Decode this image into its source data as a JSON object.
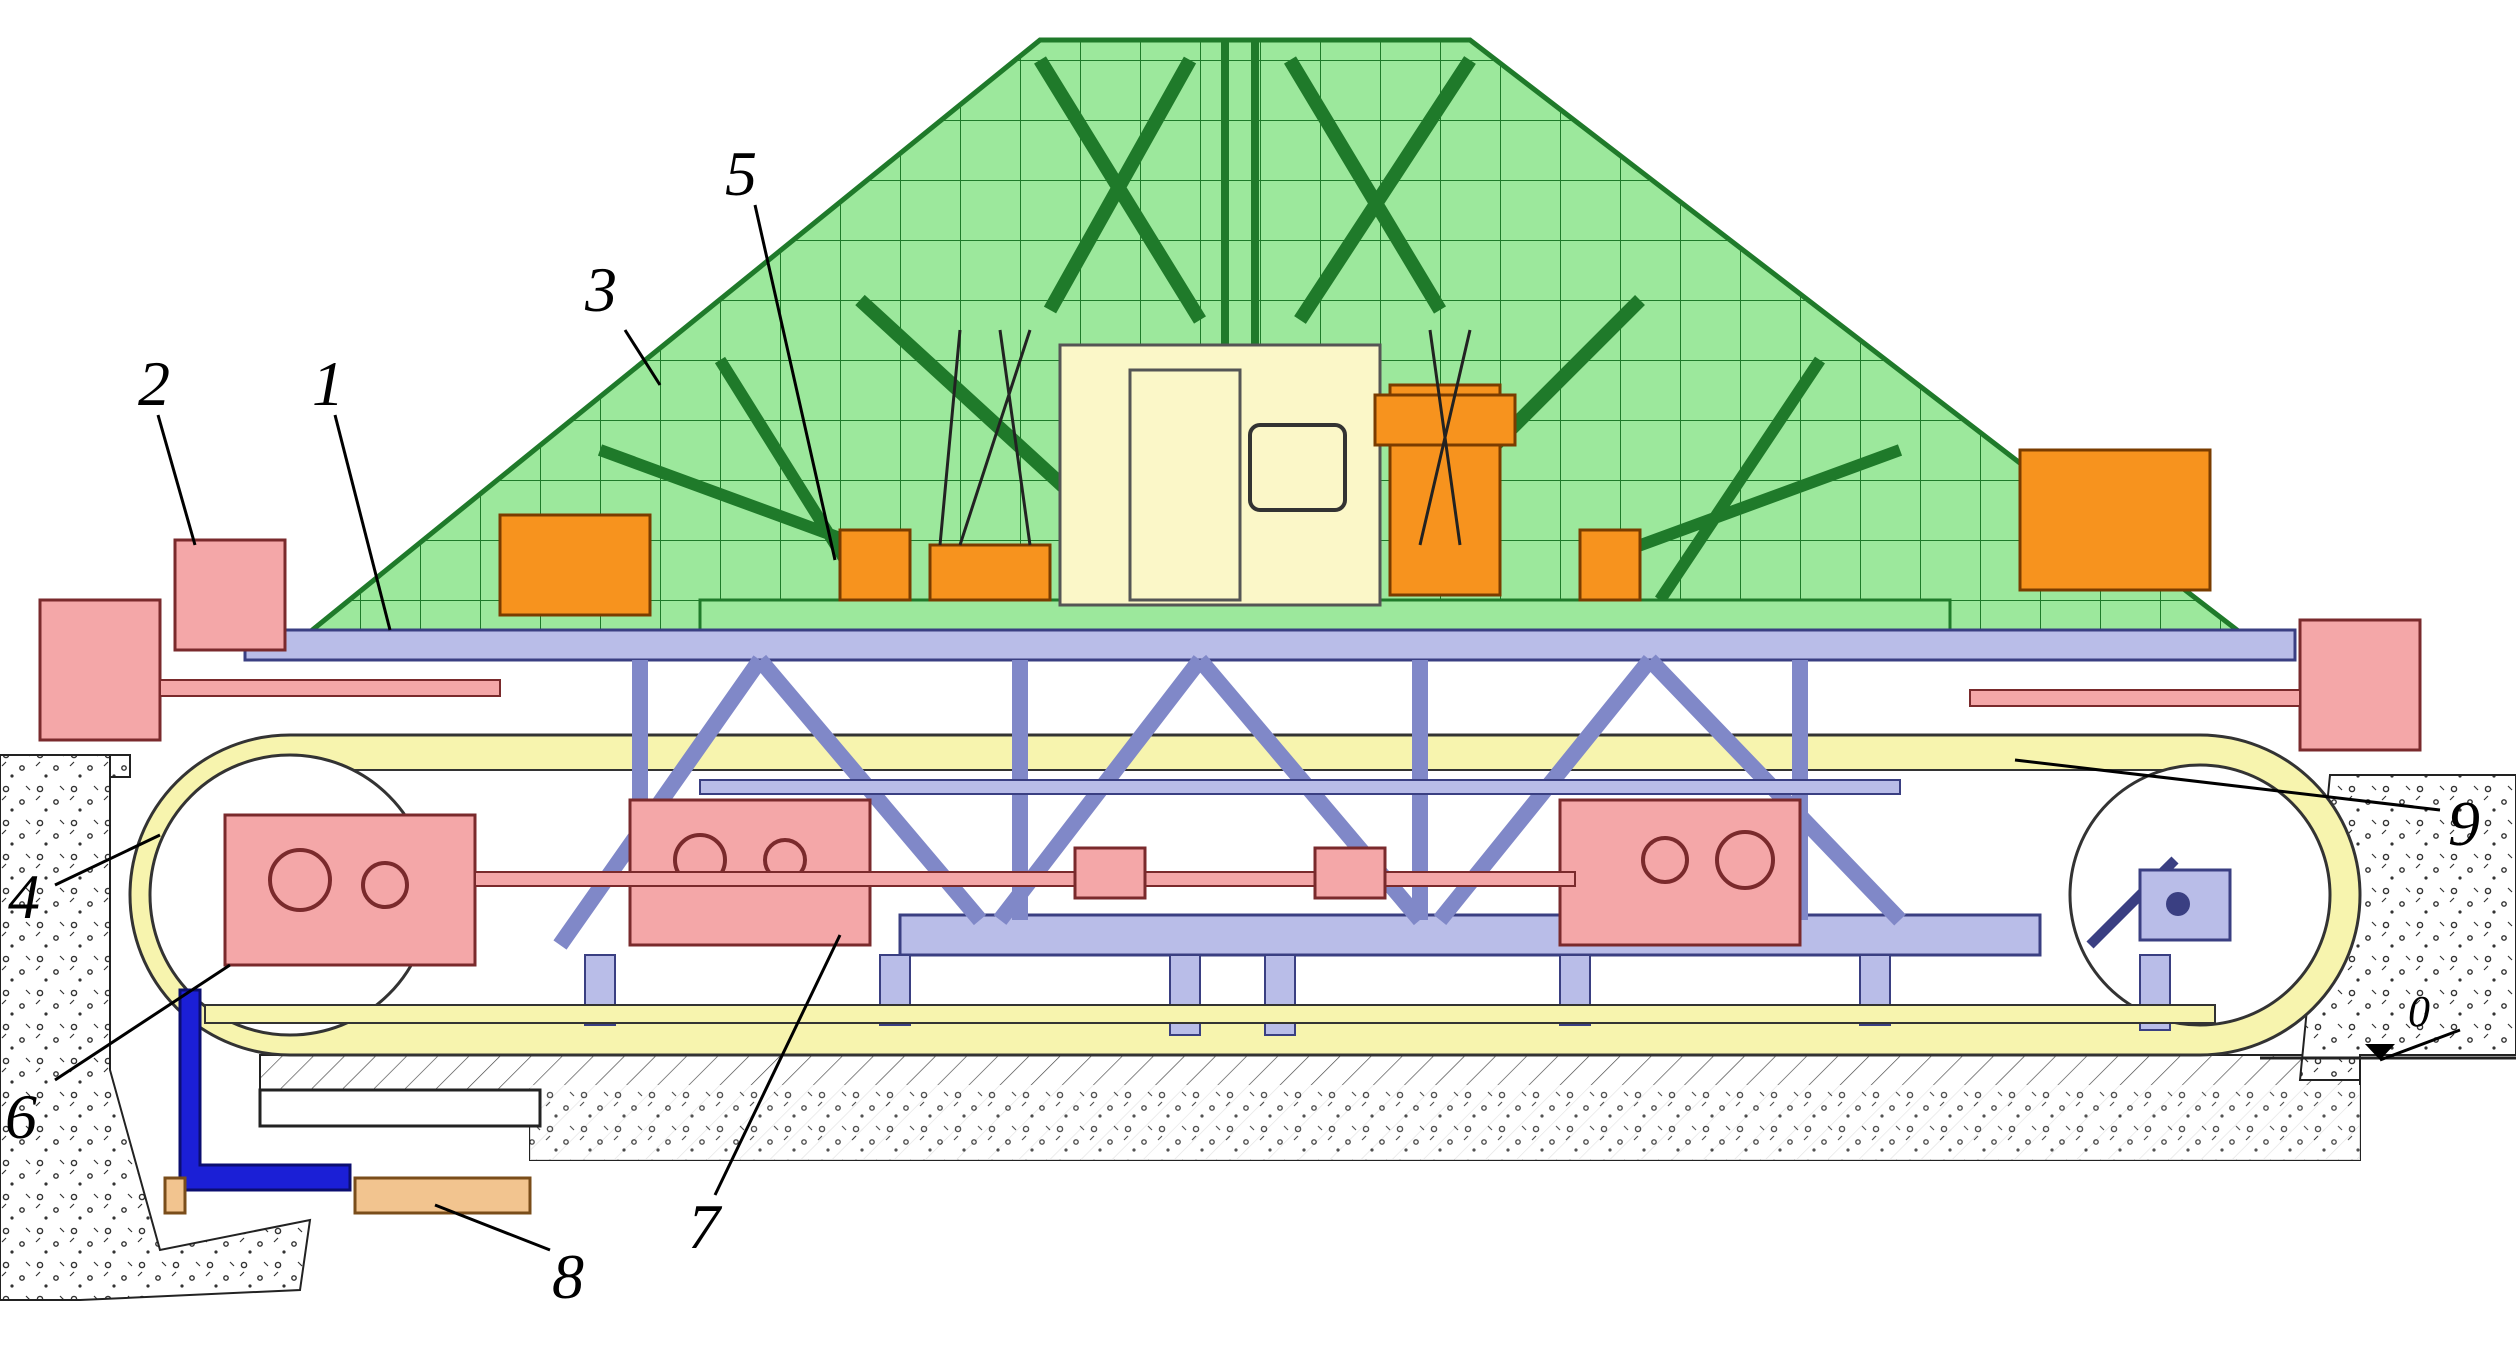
{
  "callouts": {
    "c1": "1",
    "c2": "2",
    "c3": "3",
    "c4": "4",
    "c5": "5",
    "c6": "6",
    "c7": "7",
    "c8": "8",
    "c9": "9",
    "c0": "0"
  },
  "colors": {
    "roof": "#9ce89c",
    "roof_line": "#1f7a2a",
    "frame": "#b9bde8",
    "frame_line": "#3a3f82",
    "drive": "#f4a7a8",
    "drive_line": "#7a2a2c",
    "winch": "#f7931e",
    "cabin": "#fbf7c8",
    "track": "#f7f4ae",
    "soil": "#ffffff",
    "pipe": "#1b1fd6",
    "slab": "#f2c48f"
  }
}
